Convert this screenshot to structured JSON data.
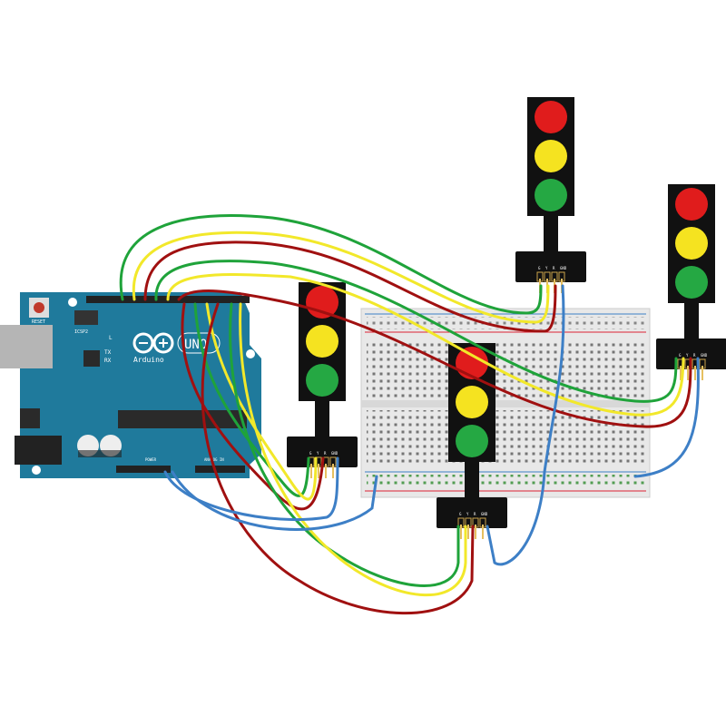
{
  "arduino": {
    "reset_label": "RESET",
    "icsp_label": "ICSP2",
    "led_l_label": "L",
    "tx_label": "TX",
    "rx_label": "RX",
    "brand": "Arduino",
    "model": "UNO",
    "power_label": "POWER",
    "analog_label": "ANALOG IN",
    "board_color": "#1f7a9c"
  },
  "traffic_light": {
    "pin_labels": [
      "G",
      "Y",
      "R",
      "GND"
    ],
    "lamp_colors": {
      "red": "#e01c1c",
      "yellow": "#f5e320",
      "green": "#25a843"
    }
  },
  "wire_colors": {
    "green": "#1fa33a",
    "yellow": "#f2e82a",
    "red": "#a01010",
    "blue": "#3d7fc6"
  },
  "breadboard": {
    "color": "#e8e8e8"
  }
}
